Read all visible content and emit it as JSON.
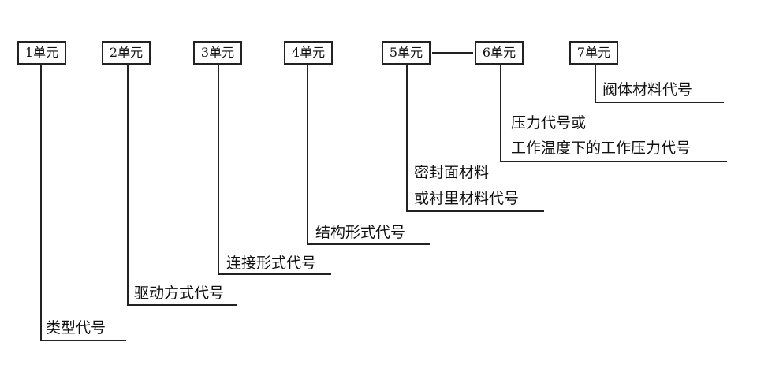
{
  "units": [
    "1单元",
    "2单元",
    "3单元",
    "4单元",
    "5单元",
    "6单元",
    "7单元"
  ],
  "labels": {
    "type_code": "类型代号",
    "drive_code": "驱动方式代号",
    "connection_code": "连接形式代号",
    "structure_code": "结构形式代号",
    "seal_line1": "密封面材料",
    "seal_line2": "或衬里材料代号",
    "pressure_line1": "压力代号或",
    "pressure_line2": "工作温度下的工作压力代号",
    "body_material_code": "阀体材料代号"
  }
}
